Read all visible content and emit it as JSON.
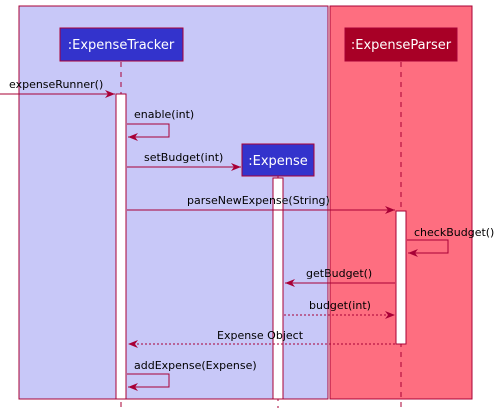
{
  "participants": {
    "tracker": {
      "label": ":ExpenseTracker"
    },
    "expense": {
      "label": ":Expense"
    },
    "parser": {
      "label": ":ExpenseParser"
    }
  },
  "messages": [
    {
      "id": "m1",
      "text": "expenseRunner()",
      "style": "solid"
    },
    {
      "id": "m2",
      "text": "enable(int)",
      "style": "solid"
    },
    {
      "id": "m3",
      "text": "setBudget(int)",
      "style": "solid"
    },
    {
      "id": "m4",
      "text": "parseNewExpense(String)",
      "style": "solid"
    },
    {
      "id": "m5",
      "text": "checkBudget()",
      "style": "solid"
    },
    {
      "id": "m6",
      "text": "getBudget()",
      "style": "solid"
    },
    {
      "id": "m7",
      "text": "budget(int)",
      "style": "dashed"
    },
    {
      "id": "m8",
      "text": "Expense Object",
      "style": "dashed"
    },
    {
      "id": "m9",
      "text": "addExpense(Expense)",
      "style": "solid"
    }
  ],
  "colors": {
    "left_box": "#c8c8f8",
    "right_box": "#fe6e80",
    "box_border": "#a80036",
    "tracker_header": "#3333cc",
    "expense_header": "#3333cc",
    "parser_header": "#a80026",
    "arrow": "#a80036",
    "lifeline": "#a80036",
    "activation_fill": "#ffffff"
  }
}
